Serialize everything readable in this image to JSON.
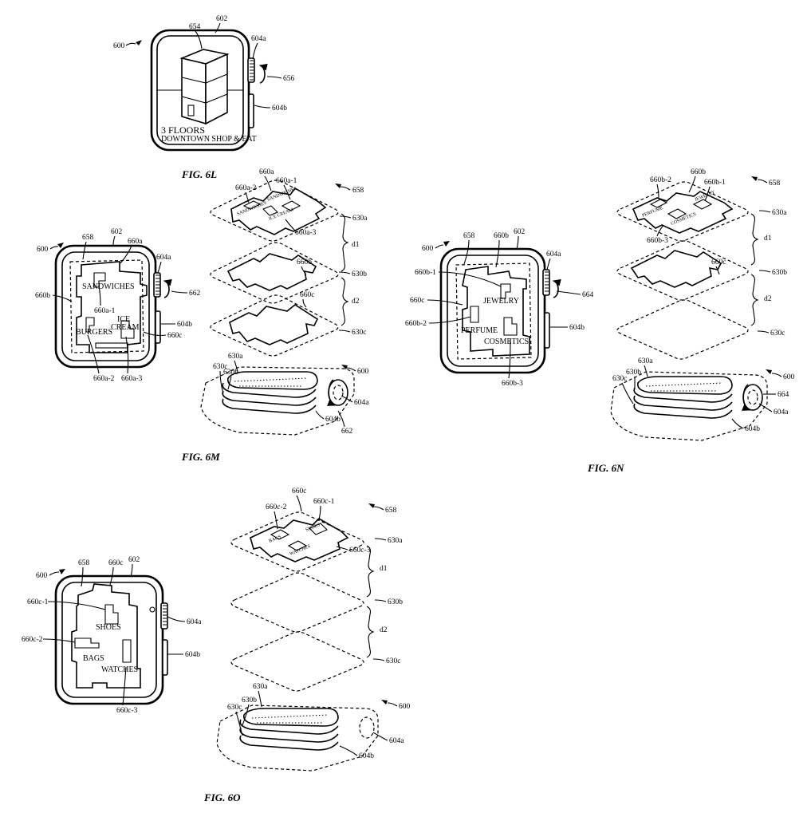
{
  "figures": {
    "fig_6l": {
      "caption": "FIG. 6L",
      "ref_600": "600",
      "ref_602": "602",
      "ref_604a": "604a",
      "ref_604b": "604b",
      "ref_654": "654",
      "ref_656": "656",
      "screen_line1": "3 FLOORS",
      "screen_line2": "DOWNTOWN SHOP & EAT"
    },
    "fig_6m": {
      "caption": "FIG. 6M",
      "watch": {
        "ref_600": "600",
        "ref_658": "658",
        "ref_602": "602",
        "ref_660a": "660a",
        "ref_604a": "604a",
        "ref_662": "662",
        "ref_660b": "660b",
        "ref_660a_1": "660a-1",
        "ref_604b": "604b",
        "ref_660c": "660c",
        "ref_660a_2": "660a-2",
        "ref_660a_3": "660a-3",
        "sandwiches": "SANDWICHES",
        "burgers": "BURGERS",
        "ice": "ICE",
        "cream": "CREAM"
      },
      "layers": {
        "ref_660a": "660a",
        "ref_660a_2": "660a-2",
        "ref_660a_1": "660a-1",
        "ref_658": "658",
        "ref_630a": "630a",
        "ref_660a_3": "660a-3",
        "ref_d1": "d1",
        "ref_660b": "660b",
        "ref_630b": "630b",
        "ref_d2": "d2",
        "ref_660c": "660c",
        "ref_630c": "630c"
      },
      "side": {
        "ref_630a": "630a",
        "ref_630c": "630c",
        "ref_630b": "630b",
        "ref_600": "600",
        "ref_604a": "604a",
        "ref_604b": "604b",
        "ref_662": "662"
      }
    },
    "fig_6n": {
      "caption": "FIG. 6N",
      "watch": {
        "ref_600": "600",
        "ref_658": "658",
        "ref_660b": "660b",
        "ref_602": "602",
        "ref_604a": "604a",
        "ref_660b_1": "660b-1",
        "ref_664": "664",
        "ref_660c": "660c",
        "ref_660b_2": "660b-2",
        "ref_604b": "604b",
        "ref_660b_3": "660b-3",
        "jewelry": "JEWELRY",
        "perfume": "PERFUME",
        "cosmetics": "COSMETICS"
      },
      "layers": {
        "ref_660b_2": "660b-2",
        "ref_660b": "660b",
        "ref_660b_1": "660b-1",
        "ref_658": "658",
        "ref_630a": "630a",
        "ref_660b_3": "660b-3",
        "ref_d1": "d1",
        "ref_660c": "660c",
        "ref_630b": "630b",
        "ref_d2": "d2",
        "ref_630c": "630c"
      },
      "side": {
        "ref_630a": "630a",
        "ref_630c": "630c",
        "ref_630b": "630b",
        "ref_600": "600",
        "ref_664": "664",
        "ref_604a": "604a",
        "ref_604b": "604b"
      }
    },
    "fig_6o": {
      "caption": "FIG. 6O",
      "watch": {
        "ref_600": "600",
        "ref_658": "658",
        "ref_660c": "660c",
        "ref_602": "602",
        "ref_660c_1": "660c-1",
        "ref_604a": "604a",
        "ref_660c_2": "660c-2",
        "ref_604b": "604b",
        "ref_660c_3": "660c-3",
        "shoes": "SHOES",
        "bags": "BAGS",
        "watches": "WATCHES"
      },
      "layers": {
        "ref_660c": "660c",
        "ref_660c_2": "660c-2",
        "ref_660c_1": "660c-1",
        "ref_658": "658",
        "ref_630a": "630a",
        "ref_660c_3": "660c-3",
        "ref_d1": "d1",
        "ref_630b": "630b",
        "ref_d2": "d2",
        "ref_630c": "630c"
      },
      "side": {
        "ref_630a": "630a",
        "ref_630c": "630c",
        "ref_630b": "630b",
        "ref_600": "600",
        "ref_604a": "604a",
        "ref_604b": "604b"
      }
    }
  }
}
